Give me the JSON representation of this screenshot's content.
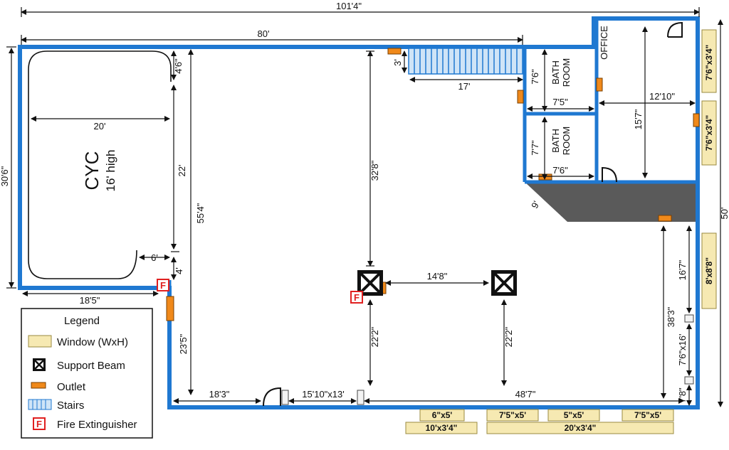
{
  "dimensions": {
    "total_width": "101'4\"",
    "top_width": "80'",
    "left_height": "30'6\"",
    "right_height": "50'",
    "stairs_depth": "3'",
    "stairs_width": "17'",
    "bath1_height": "7'6\"",
    "bath1_width": "7'5\"",
    "bath2_height": "7'7\"",
    "bath2_width": "7'6\"",
    "office_width": "12'10\"",
    "office_height": "15'7\"",
    "cyc_width": "20'",
    "cyc_top_gap": "4'6\"",
    "cyc_depth": "22'",
    "cyc_gap_bottom": "6'",
    "cyc_bottom_gap": "4'",
    "main_height": "55'4\"",
    "left_bottom_width": "18'5\"",
    "beam_top": "32'8\"",
    "beam_spacing": "14'8\"",
    "beam1_bottom": "22'2\"",
    "beam2_bottom": "22'2\"",
    "lower_left_height": "23'5\"",
    "door_left": "18'3\"",
    "door_opening": "15'10\"x13'",
    "bottom_right": "48'7\"",
    "right_lower": "38'3\"",
    "right_window_gap": "16'7\"",
    "right_door": "7'6\"x16'",
    "right_corner": "7'8\"",
    "angled_wall": "9'"
  },
  "rooms": {
    "cyc_title": "CYC",
    "cyc_sub": "16' high",
    "bath_line1": "BATH",
    "bath_line2": "ROOM",
    "office": "OFFICE"
  },
  "windows": {
    "right_top": "7'6\"x3'4\"",
    "right_mid": "7'6\"x3'4\"",
    "right_low": "8'x8'8\"",
    "bottom_a": "6\"x5'",
    "bottom_b": "10'x3'4\"",
    "bottom_c": "7'5\"x5'",
    "bottom_d": "5\"x5'",
    "bottom_e": "7'5\"x5'",
    "bottom_f": "20'x3'4\""
  },
  "legend": {
    "title": "Legend",
    "window": "Window (WxH)",
    "beam": "Support Beam",
    "outlet": "Outlet",
    "stairs": "Stairs",
    "extinguisher": "Fire Extinguisher",
    "extinguisher_glyph": "F"
  },
  "colors": {
    "wall": "#1f78d1",
    "outlet": "#f0891a",
    "window": "#f6e9b2",
    "stairs": "#cfe4f7",
    "dark_area": "#5a5a5a",
    "extinguisher": "#e02020"
  }
}
